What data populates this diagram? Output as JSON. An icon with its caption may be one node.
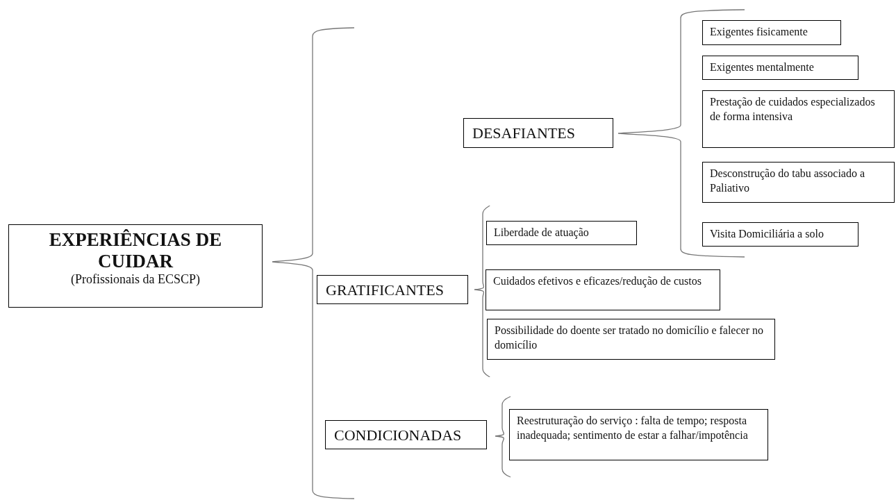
{
  "diagram": {
    "nodes": [
      {
        "text": [
          "EXPERIÊNCIAS DE CUIDAR",
          "(Profissionais da ECSCP)"
        ]
      },
      {
        "text": [
          "DESAFIANTES"
        ]
      },
      {
        "text": [
          "Exigentes fisicamente"
        ]
      },
      {
        "text": [
          "Exigentes mentalmente"
        ]
      },
      {
        "text": [
          "Prestação de cuidados especializados de forma intensiva"
        ]
      },
      {
        "text": [
          "Desconstrução do tabu associado a Paliativo"
        ]
      },
      {
        "text": [
          "Visita Domiciliária a solo"
        ]
      },
      {
        "text": [
          "GRATIFICANTES"
        ]
      },
      {
        "text": [
          "Liberdade de atuação"
        ]
      },
      {
        "text": [
          "Cuidados efetivos e eficazes/redução de custos"
        ]
      },
      {
        "text": [
          "Possibilidade do doente ser tratado no domicílio e falecer no domicílio"
        ]
      },
      {
        "text": [
          "CONDICIONADAS"
        ]
      },
      {
        "text": [
          "Reestruturação do serviço : falta de tempo; resposta inadequada; sentimento de estar a falhar/impotência"
        ]
      }
    ]
  }
}
